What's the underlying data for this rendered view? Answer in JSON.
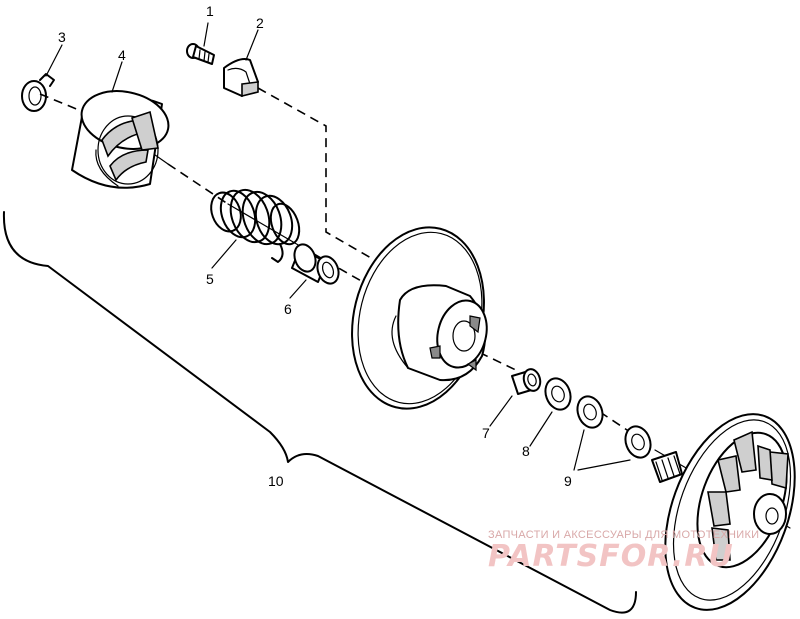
{
  "diagram": {
    "callouts": [
      "1",
      "2",
      "3",
      "4",
      "5",
      "6",
      "7",
      "8",
      "9",
      "10"
    ]
  },
  "watermark": {
    "caption": "ЗАПЧАСТИ И АКСЕССУАРЫ ДЛЯ МОТОТЕХНИКИ",
    "logo": "PARTSFOR.RU",
    "color": "#f2c4c4"
  }
}
